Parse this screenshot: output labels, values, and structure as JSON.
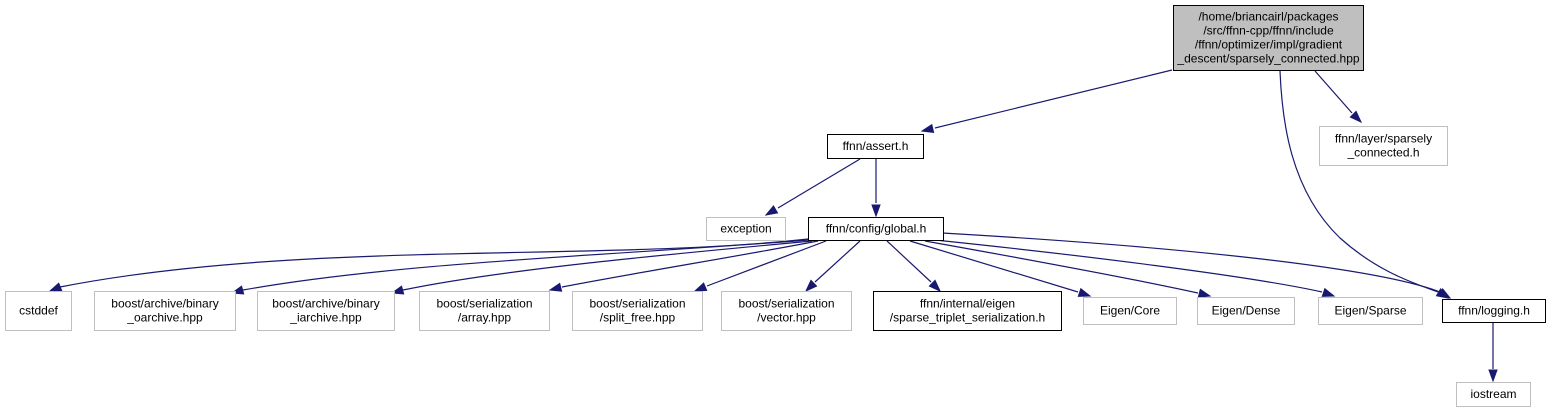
{
  "colors": {
    "edge": "#191970",
    "root_fill": "#bfbfbf",
    "root_stroke": "#000000",
    "documented_stroke": "#000000",
    "external_stroke": "#bfbfbf",
    "text": "#000000"
  },
  "nodes": {
    "root": {
      "lines": [
        "/home/briancairl/packages",
        "/src/ffnn-cpp/ffnn/include",
        "/ffnn/optimizer/impl/gradient",
        "_descent/sparsely_connected.hpp"
      ],
      "kind": "root"
    },
    "assert_h": {
      "lines": [
        "ffnn/assert.h"
      ],
      "kind": "documented"
    },
    "layer_sparsely_connected_h": {
      "lines": [
        "ffnn/layer/sparsely",
        "_connected.h"
      ],
      "kind": "external"
    },
    "exception": {
      "lines": [
        "exception"
      ],
      "kind": "external"
    },
    "config_global_h": {
      "lines": [
        "ffnn/config/global.h"
      ],
      "kind": "documented"
    },
    "cstddef": {
      "lines": [
        "cstddef"
      ],
      "kind": "external"
    },
    "binary_oarchive": {
      "lines": [
        "boost/archive/binary",
        "_oarchive.hpp"
      ],
      "kind": "external"
    },
    "binary_iarchive": {
      "lines": [
        "boost/archive/binary",
        "_iarchive.hpp"
      ],
      "kind": "external"
    },
    "serialization_array": {
      "lines": [
        "boost/serialization",
        "/array.hpp"
      ],
      "kind": "external"
    },
    "serialization_split_free": {
      "lines": [
        "boost/serialization",
        "/split_free.hpp"
      ],
      "kind": "external"
    },
    "serialization_vector": {
      "lines": [
        "boost/serialization",
        "/vector.hpp"
      ],
      "kind": "external"
    },
    "sparse_triplet_serialization": {
      "lines": [
        "ffnn/internal/eigen",
        "/sparse_triplet_serialization.h"
      ],
      "kind": "documented"
    },
    "eigen_core": {
      "lines": [
        "Eigen/Core"
      ],
      "kind": "external"
    },
    "eigen_dense": {
      "lines": [
        "Eigen/Dense"
      ],
      "kind": "external"
    },
    "eigen_sparse": {
      "lines": [
        "Eigen/Sparse"
      ],
      "kind": "external"
    },
    "logging_h": {
      "lines": [
        "ffnn/logging.h"
      ],
      "kind": "documented"
    },
    "iostream": {
      "lines": [
        "iostream"
      ],
      "kind": "external"
    }
  },
  "edges": [
    {
      "from": "root",
      "to": "assert_h"
    },
    {
      "from": "root",
      "to": "layer_sparsely_connected_h"
    },
    {
      "from": "root",
      "to": "logging_h"
    },
    {
      "from": "assert_h",
      "to": "exception"
    },
    {
      "from": "assert_h",
      "to": "config_global_h"
    },
    {
      "from": "config_global_h",
      "to": "cstddef"
    },
    {
      "from": "config_global_h",
      "to": "binary_oarchive"
    },
    {
      "from": "config_global_h",
      "to": "binary_iarchive"
    },
    {
      "from": "config_global_h",
      "to": "serialization_array"
    },
    {
      "from": "config_global_h",
      "to": "serialization_split_free"
    },
    {
      "from": "config_global_h",
      "to": "serialization_vector"
    },
    {
      "from": "config_global_h",
      "to": "sparse_triplet_serialization"
    },
    {
      "from": "config_global_h",
      "to": "eigen_core"
    },
    {
      "from": "config_global_h",
      "to": "eigen_dense"
    },
    {
      "from": "config_global_h",
      "to": "eigen_sparse"
    },
    {
      "from": "config_global_h",
      "to": "logging_h"
    },
    {
      "from": "logging_h",
      "to": "iostream"
    }
  ]
}
